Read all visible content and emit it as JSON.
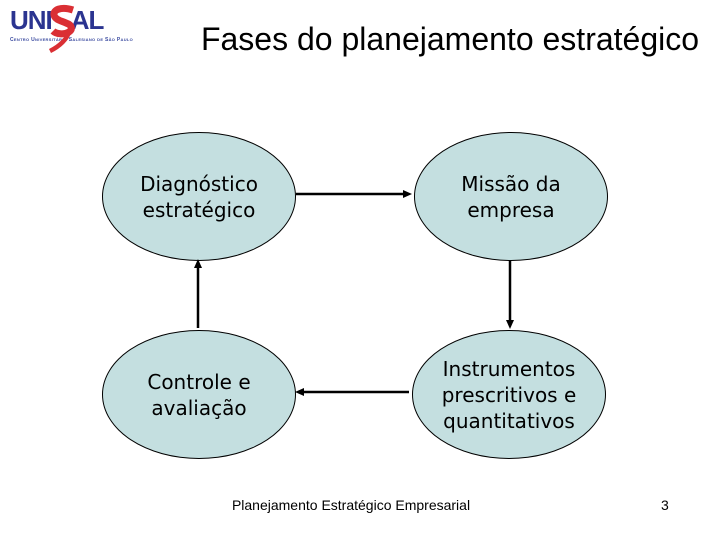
{
  "slide": {
    "title": "Fases do planejamento estratégico",
    "footer_text": "Planejamento Estratégico Empresarial",
    "page_number": "3"
  },
  "logo": {
    "wordmark_prefix": "UNI",
    "wordmark_suffix": "AL",
    "s_icon": "red-bolt-s-icon",
    "subtitle": "Centro Universitário Salesiano de São Paulo",
    "colors": {
      "blue": "#2b3490",
      "red": "#da2f34"
    }
  },
  "diagram": {
    "nodes": [
      {
        "id": "diagnostico-estrategico",
        "label": "Diagnóstico\nestratégico"
      },
      {
        "id": "missao-da-empresa",
        "label": "Missão da\nempresa"
      },
      {
        "id": "controle-e-avaliacao",
        "label": "Controle e\navaliação"
      },
      {
        "id": "instrumentos-prescritivos",
        "label": "Instrumentos\nprescritivos e\nquantitativos"
      }
    ],
    "edges": [
      {
        "from": "diagnostico-estrategico",
        "to": "missao-da-empresa"
      },
      {
        "from": "missao-da-empresa",
        "to": "instrumentos-prescritivos"
      },
      {
        "from": "instrumentos-prescritivos",
        "to": "controle-e-avaliacao"
      },
      {
        "from": "controle-e-avaliacao",
        "to": "diagnostico-estrategico"
      }
    ],
    "colors": {
      "node_fill": "#c4dfe0",
      "node_border": "#000000",
      "arrow": "#000000"
    }
  }
}
